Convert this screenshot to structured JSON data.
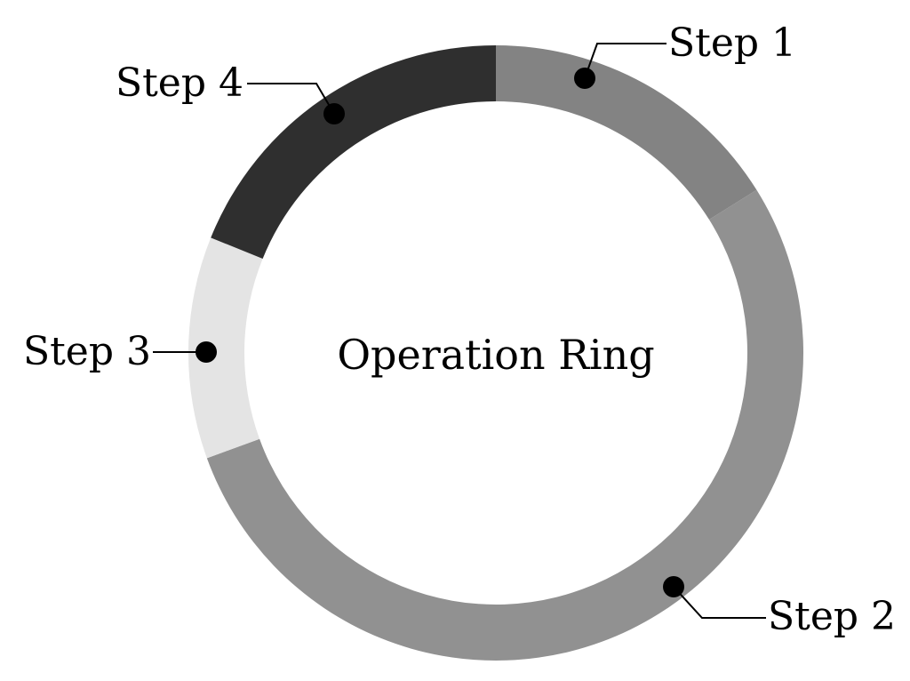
{
  "diagram": {
    "center_label": "Operation Ring",
    "segments": [
      {
        "label": "Step 1",
        "start_deg": 0,
        "end_deg": 58,
        "color": "#838383",
        "dot_deg": 29
      },
      {
        "label": "Step 2",
        "start_deg": 58,
        "end_deg": 250,
        "color": "#919191",
        "dot_deg": 129
      },
      {
        "label": "Step 3",
        "start_deg": 250,
        "end_deg": 292,
        "color": "#e4e4e4",
        "dot_deg": 270
      },
      {
        "label": "Step 4",
        "start_deg": 292,
        "end_deg": 360,
        "color": "#2f2f2f",
        "dot_deg": 326
      }
    ]
  }
}
